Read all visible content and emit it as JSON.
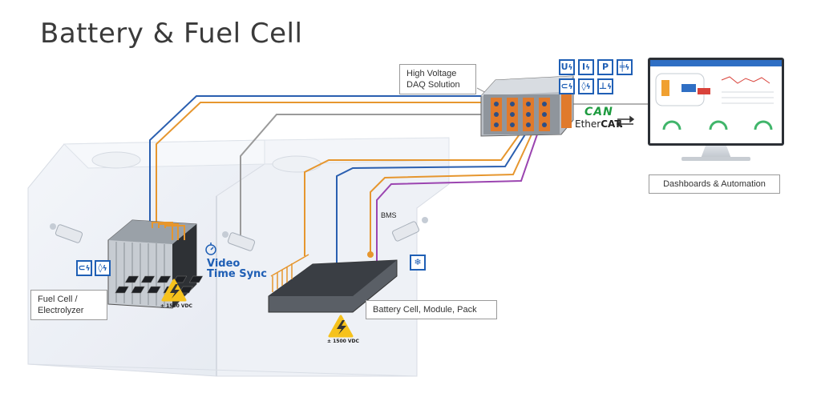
{
  "title": "Battery & Fuel Cell",
  "labels": {
    "daq": "High Voltage\nDAQ Solution",
    "dashboards": "Dashboards & Automation",
    "fuel_cell": "Fuel Cell /\nElectrolyzer",
    "battery": "Battery Cell, Module, Pack",
    "bms": "BMS",
    "video_line1": "Video",
    "video_line2": "Time Sync",
    "voltage_fuel": "± 1500 VDC",
    "voltage_battery": "± 1500 VDC"
  },
  "measurement_symbols": [
    {
      "name": "voltage",
      "text": "U"
    },
    {
      "name": "current",
      "text": "I"
    },
    {
      "name": "power",
      "text": "P"
    },
    {
      "name": "insulation",
      "text": ""
    },
    {
      "name": "thermocouple",
      "text": ""
    },
    {
      "name": "strain",
      "text": ""
    },
    {
      "name": "hv-safety",
      "text": ""
    }
  ],
  "buses": {
    "can": "CAN",
    "ethercat_prefix": "Ether",
    "ethercat_bold": "CAT."
  },
  "colors": {
    "blue_cable": "#2a5fb0",
    "orange_cable": "#e6962e",
    "gray_cable": "#9a9a9a",
    "purple_cable": "#9b45b0",
    "accent_blue": "#1f5fb5",
    "can_green": "#1e9b3f"
  }
}
